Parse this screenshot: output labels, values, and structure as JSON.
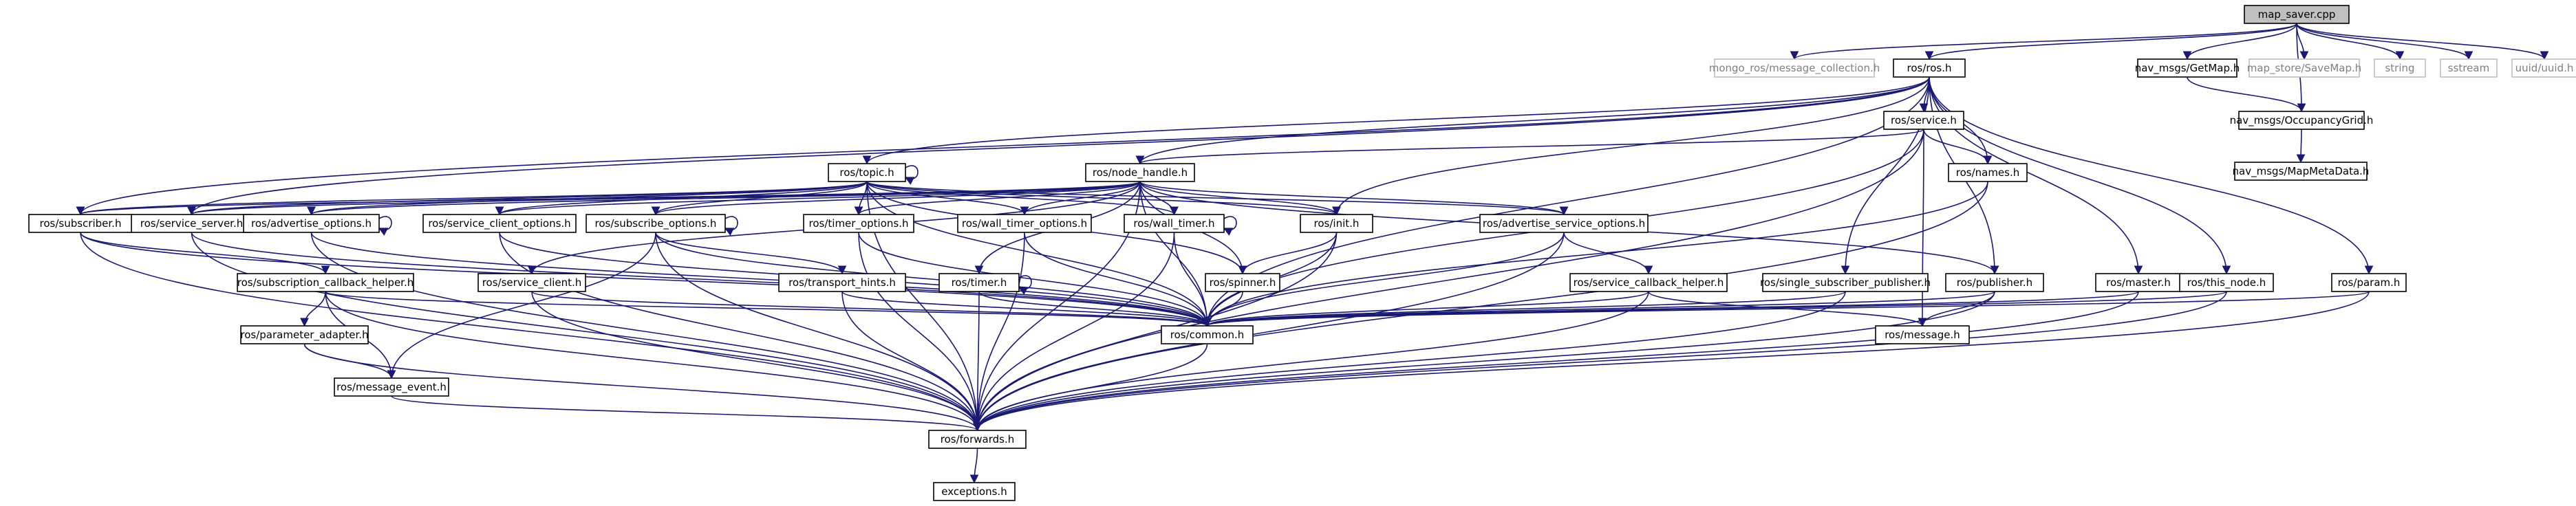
{
  "diagram": {
    "type": "include-dependency-graph",
    "colors": {
      "edge": "#191970",
      "root_fill": "#bfbfbf",
      "node_stroke": "#000000",
      "external_stroke": "#bfbfbf",
      "external_text": "#808080"
    },
    "nodes": [
      {
        "id": "map_saver",
        "label": "map_saver.cpp",
        "kind": "root"
      },
      {
        "id": "mongo",
        "label": "mongo_ros/message_collection.h",
        "kind": "external"
      },
      {
        "id": "ros",
        "label": "ros/ros.h",
        "kind": "header"
      },
      {
        "id": "getmap",
        "label": "nav_msgs/GetMap.h",
        "kind": "header"
      },
      {
        "id": "savemap",
        "label": "map_store/SaveMap.h",
        "kind": "external"
      },
      {
        "id": "string",
        "label": "string",
        "kind": "external"
      },
      {
        "id": "sstream",
        "label": "sstream",
        "kind": "external"
      },
      {
        "id": "uuid",
        "label": "uuid/uuid.h",
        "kind": "external"
      },
      {
        "id": "service",
        "label": "ros/service.h",
        "kind": "header"
      },
      {
        "id": "occgrid",
        "label": "nav_msgs/OccupancyGrid.h",
        "kind": "header"
      },
      {
        "id": "mapmeta",
        "label": "nav_msgs/MapMetaData.h",
        "kind": "header"
      },
      {
        "id": "topic",
        "label": "ros/topic.h",
        "kind": "header"
      },
      {
        "id": "nodehandle",
        "label": "ros/node_handle.h",
        "kind": "header"
      },
      {
        "id": "names",
        "label": "ros/names.h",
        "kind": "header"
      },
      {
        "id": "subscriber",
        "label": "ros/subscriber.h",
        "kind": "header"
      },
      {
        "id": "srvserver",
        "label": "ros/service_server.h",
        "kind": "header"
      },
      {
        "id": "advopts",
        "label": "ros/advertise_options.h",
        "kind": "header"
      },
      {
        "id": "srvclientopts",
        "label": "ros/service_client_options.h",
        "kind": "header"
      },
      {
        "id": "subopts",
        "label": "ros/subscribe_options.h",
        "kind": "header"
      },
      {
        "id": "timeropts",
        "label": "ros/timer_options.h",
        "kind": "header"
      },
      {
        "id": "walltimeropts",
        "label": "ros/wall_timer_options.h",
        "kind": "header"
      },
      {
        "id": "walltimer",
        "label": "ros/wall_timer.h",
        "kind": "header"
      },
      {
        "id": "init",
        "label": "ros/init.h",
        "kind": "header"
      },
      {
        "id": "advsrvopts",
        "label": "ros/advertise_service_options.h",
        "kind": "header"
      },
      {
        "id": "subcbhelper",
        "label": "ros/subscription_callback_helper.h",
        "kind": "header"
      },
      {
        "id": "srvclient",
        "label": "ros/service_client.h",
        "kind": "header"
      },
      {
        "id": "transport",
        "label": "ros/transport_hints.h",
        "kind": "header"
      },
      {
        "id": "timer",
        "label": "ros/timer.h",
        "kind": "header"
      },
      {
        "id": "spinner",
        "label": "ros/spinner.h",
        "kind": "header"
      },
      {
        "id": "srvcbhelper",
        "label": "ros/service_callback_helper.h",
        "kind": "header"
      },
      {
        "id": "singlesubpub",
        "label": "ros/single_subscriber_publisher.h",
        "kind": "header"
      },
      {
        "id": "publisher",
        "label": "ros/publisher.h",
        "kind": "header"
      },
      {
        "id": "master",
        "label": "ros/master.h",
        "kind": "header"
      },
      {
        "id": "thisnode",
        "label": "ros/this_node.h",
        "kind": "header"
      },
      {
        "id": "param",
        "label": "ros/param.h",
        "kind": "header"
      },
      {
        "id": "paramadapter",
        "label": "ros/parameter_adapter.h",
        "kind": "header"
      },
      {
        "id": "common",
        "label": "ros/common.h",
        "kind": "header"
      },
      {
        "id": "message",
        "label": "ros/message.h",
        "kind": "header"
      },
      {
        "id": "msgevent",
        "label": "ros/message_event.h",
        "kind": "header"
      },
      {
        "id": "forwards",
        "label": "ros/forwards.h",
        "kind": "header"
      },
      {
        "id": "exceptions",
        "label": "exceptions.h",
        "kind": "header"
      }
    ],
    "edges": [
      [
        "map_saver",
        "mongo"
      ],
      [
        "map_saver",
        "ros"
      ],
      [
        "map_saver",
        "getmap"
      ],
      [
        "map_saver",
        "savemap"
      ],
      [
        "map_saver",
        "string"
      ],
      [
        "map_saver",
        "sstream"
      ],
      [
        "map_saver",
        "uuid"
      ],
      [
        "map_saver",
        "occgrid"
      ],
      [
        "getmap",
        "occgrid"
      ],
      [
        "occgrid",
        "mapmeta"
      ],
      [
        "ros",
        "service"
      ],
      [
        "ros",
        "topic"
      ],
      [
        "ros",
        "nodehandle"
      ],
      [
        "ros",
        "names"
      ],
      [
        "ros",
        "subscriber"
      ],
      [
        "ros",
        "srvserver"
      ],
      [
        "ros",
        "init"
      ],
      [
        "ros",
        "common"
      ],
      [
        "ros",
        "singlesubpub"
      ],
      [
        "ros",
        "publisher"
      ],
      [
        "ros",
        "master"
      ],
      [
        "ros",
        "thisnode"
      ],
      [
        "ros",
        "param"
      ],
      [
        "service",
        "nodehandle"
      ],
      [
        "service",
        "names"
      ],
      [
        "service",
        "common"
      ],
      [
        "service",
        "message"
      ],
      [
        "service",
        "forwards"
      ],
      [
        "names",
        "common"
      ],
      [
        "names",
        "forwards"
      ],
      [
        "topic",
        "subscriber"
      ],
      [
        "topic",
        "srvserver"
      ],
      [
        "topic",
        "advopts"
      ],
      [
        "topic",
        "srvclientopts"
      ],
      [
        "topic",
        "subopts"
      ],
      [
        "topic",
        "timeropts"
      ],
      [
        "topic",
        "walltimeropts"
      ],
      [
        "topic",
        "walltimer"
      ],
      [
        "topic",
        "init"
      ],
      [
        "topic",
        "advsrvopts"
      ],
      [
        "topic",
        "common"
      ],
      [
        "topic",
        "forwards"
      ],
      [
        "topic",
        "spinner"
      ],
      [
        "topic",
        "topic"
      ],
      [
        "nodehandle",
        "subscriber"
      ],
      [
        "nodehandle",
        "srvserver"
      ],
      [
        "nodehandle",
        "advopts"
      ],
      [
        "nodehandle",
        "srvclientopts"
      ],
      [
        "nodehandle",
        "subopts"
      ],
      [
        "nodehandle",
        "timeropts"
      ],
      [
        "nodehandle",
        "walltimeropts"
      ],
      [
        "nodehandle",
        "walltimer"
      ],
      [
        "nodehandle",
        "init"
      ],
      [
        "nodehandle",
        "advsrvopts"
      ],
      [
        "nodehandle",
        "publisher"
      ],
      [
        "nodehandle",
        "srvclient"
      ],
      [
        "nodehandle",
        "timer"
      ],
      [
        "nodehandle",
        "spinner"
      ],
      [
        "nodehandle",
        "common"
      ],
      [
        "nodehandle",
        "forwards"
      ],
      [
        "subscriber",
        "subcbhelper"
      ],
      [
        "subscriber",
        "common"
      ],
      [
        "subscriber",
        "forwards"
      ],
      [
        "srvserver",
        "common"
      ],
      [
        "srvserver",
        "forwards"
      ],
      [
        "advopts",
        "common"
      ],
      [
        "advopts",
        "forwards"
      ],
      [
        "advopts",
        "advopts"
      ],
      [
        "srvclientopts",
        "common"
      ],
      [
        "srvclientopts",
        "forwards"
      ],
      [
        "subopts",
        "transport"
      ],
      [
        "subopts",
        "common"
      ],
      [
        "subopts",
        "msgevent"
      ],
      [
        "subopts",
        "forwards"
      ],
      [
        "subopts",
        "subopts"
      ],
      [
        "timeropts",
        "common"
      ],
      [
        "timeropts",
        "forwards"
      ],
      [
        "walltimeropts",
        "common"
      ],
      [
        "walltimeropts",
        "forwards"
      ],
      [
        "walltimer",
        "common"
      ],
      [
        "walltimer",
        "forwards"
      ],
      [
        "walltimer",
        "walltimer"
      ],
      [
        "init",
        "spinner"
      ],
      [
        "init",
        "common"
      ],
      [
        "init",
        "forwards"
      ],
      [
        "advsrvopts",
        "srvcbhelper"
      ],
      [
        "advsrvopts",
        "common"
      ],
      [
        "advsrvopts",
        "forwards"
      ],
      [
        "subcbhelper",
        "paramadapter"
      ],
      [
        "subcbhelper",
        "msgevent"
      ],
      [
        "subcbhelper",
        "common"
      ],
      [
        "subcbhelper",
        "forwards"
      ],
      [
        "srvclient",
        "common"
      ],
      [
        "srvclient",
        "forwards"
      ],
      [
        "transport",
        "common"
      ],
      [
        "transport",
        "forwards"
      ],
      [
        "timer",
        "common"
      ],
      [
        "timer",
        "forwards"
      ],
      [
        "timer",
        "timer"
      ],
      [
        "spinner",
        "common"
      ],
      [
        "srvcbhelper",
        "common"
      ],
      [
        "srvcbhelper",
        "message"
      ],
      [
        "srvcbhelper",
        "forwards"
      ],
      [
        "singlesubpub",
        "common"
      ],
      [
        "singlesubpub",
        "forwards"
      ],
      [
        "publisher",
        "common"
      ],
      [
        "publisher",
        "message"
      ],
      [
        "publisher",
        "forwards"
      ],
      [
        "master",
        "common"
      ],
      [
        "master",
        "forwards"
      ],
      [
        "thisnode",
        "common"
      ],
      [
        "thisnode",
        "forwards"
      ],
      [
        "param",
        "common"
      ],
      [
        "param",
        "forwards"
      ],
      [
        "paramadapter",
        "msgevent"
      ],
      [
        "paramadapter",
        "forwards"
      ],
      [
        "msgevent",
        "forwards"
      ],
      [
        "common",
        "forwards"
      ],
      [
        "forwards",
        "exceptions"
      ]
    ]
  }
}
